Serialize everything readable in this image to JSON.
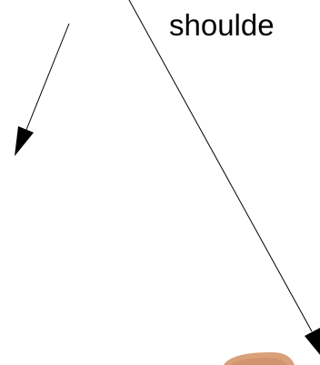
{
  "diagram": {
    "label": "shoulde",
    "arrows": [
      {
        "name": "left-arrow"
      },
      {
        "name": "right-arrow"
      }
    ],
    "skin_fragment": {
      "color": "#d9a07a"
    },
    "line_color": "#000000"
  }
}
